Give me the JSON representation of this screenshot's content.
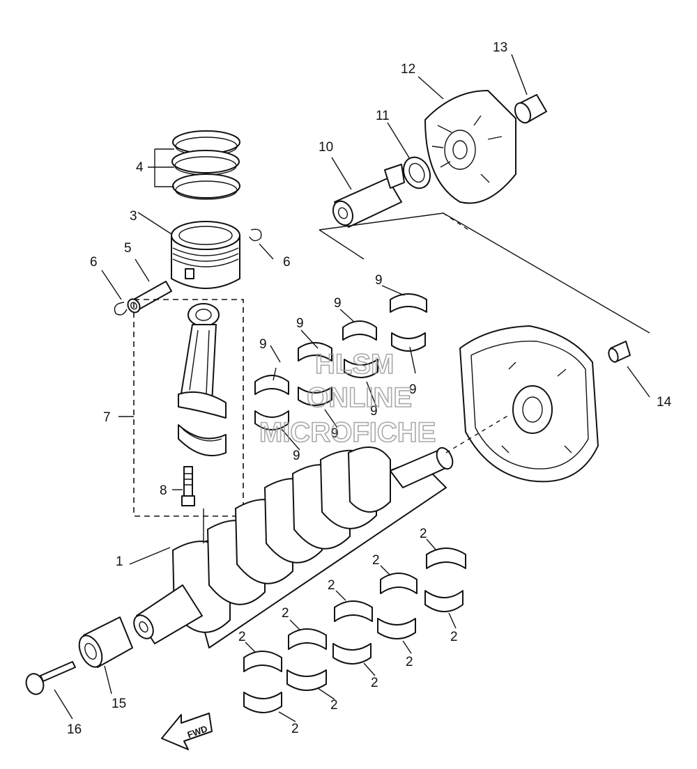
{
  "watermark": {
    "line1": "HLSM",
    "line2": "ONLINE",
    "line3": "MICROFICHE"
  },
  "fwd_label": "FWD",
  "callouts": {
    "c1": "1",
    "c2": "2",
    "c3": "3",
    "c4": "4",
    "c5": "5",
    "c6": "6",
    "c7": "7",
    "c8": "8",
    "c9": "9",
    "c10": "10",
    "c11": "11",
    "c12": "12",
    "c13": "13",
    "c14": "14",
    "c15": "15",
    "c16": "16"
  }
}
